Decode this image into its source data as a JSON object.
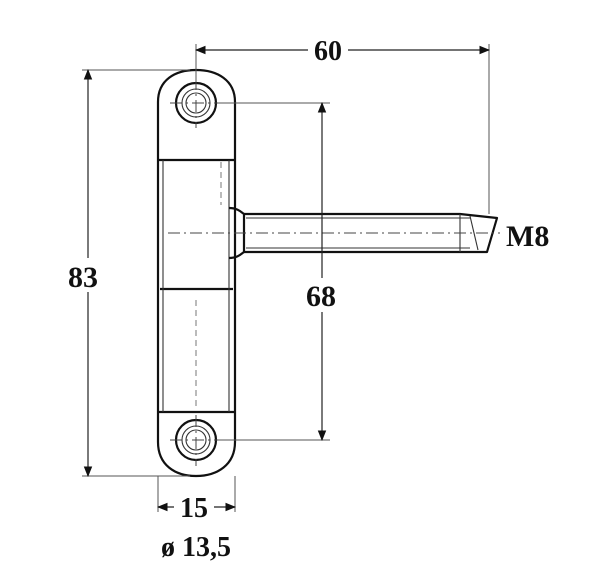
{
  "dimensions": {
    "width_top": "60",
    "height_total": "83",
    "hole_spacing": "68",
    "thread": "M8",
    "plate_width": "15",
    "diameter": "ø 13,5"
  }
}
